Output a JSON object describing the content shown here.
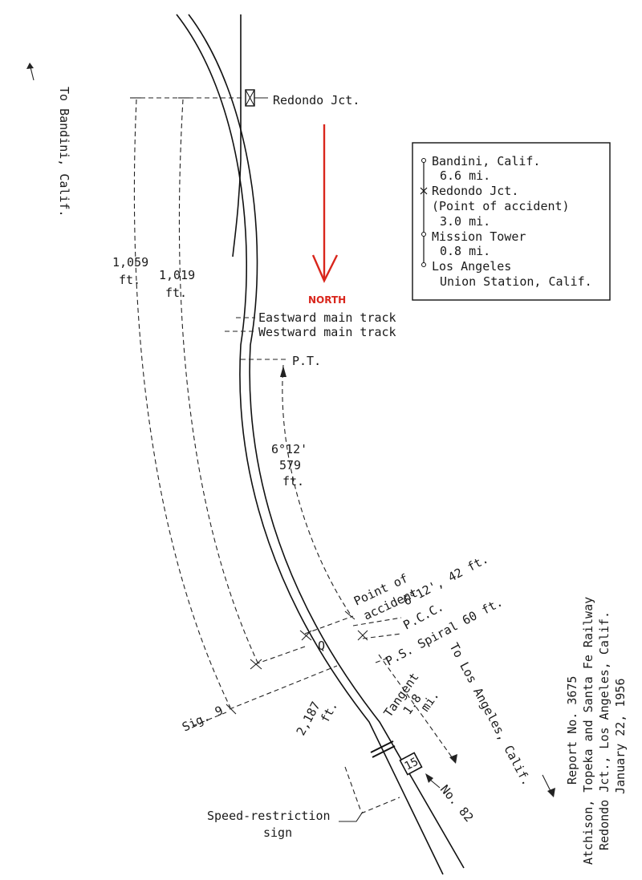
{
  "diagram": {
    "direction_bandini": "To Bandini, Calif.",
    "direction_la": "To Los Angeles, Calif.",
    "north_label": "NORTH",
    "north_color": "#d9261c",
    "redondo_jct": "Redondo Jct.",
    "eastward_track": "Eastward main track",
    "westward_track": "Westward main track",
    "pt": "P.T.",
    "curve_degree": "6°12'",
    "curve_length": "579",
    "curve_unit": "ft.",
    "dist_1059": "1,059",
    "dist_1059_unit": "ft.",
    "dist_1019": "1,019",
    "dist_1019_unit": "ft.",
    "point_of_accident_1": "Point of",
    "point_of_accident_2": "accident",
    "curve2": "6°12', 42 ft.",
    "pcc": "P.C.C.",
    "ps_spiral": "P.S. Spiral 60 ft.",
    "tangent": "Tangent",
    "tangent_len": "1.8",
    "tangent_unit": "mi.",
    "sig9": "Sig. 9",
    "dist_2187": "2,187",
    "dist_2187_unit": "ft.",
    "speed_sign_1": "Speed-restriction",
    "speed_sign_2": "sign",
    "train_no": "No. 82",
    "locomotive_no": "15",
    "marker_q": "Q"
  },
  "legend": {
    "bandini": "Bandini, Calif.",
    "dist1": "6.6 mi.",
    "redondo": "Redondo Jct.",
    "poa": "(Point of accident)",
    "dist2": "3.0 mi.",
    "mission": "Mission Tower",
    "dist3": "0.8 mi.",
    "la1": "Los Angeles",
    "la2": "Union Station, Calif."
  },
  "report": {
    "line1": "Report No. 3675",
    "line2": "Atchison, Topeka and Santa Fe Railway",
    "line3": "Redondo Jct., Los Angeles, Calif.",
    "line4": "January 22, 1956"
  }
}
